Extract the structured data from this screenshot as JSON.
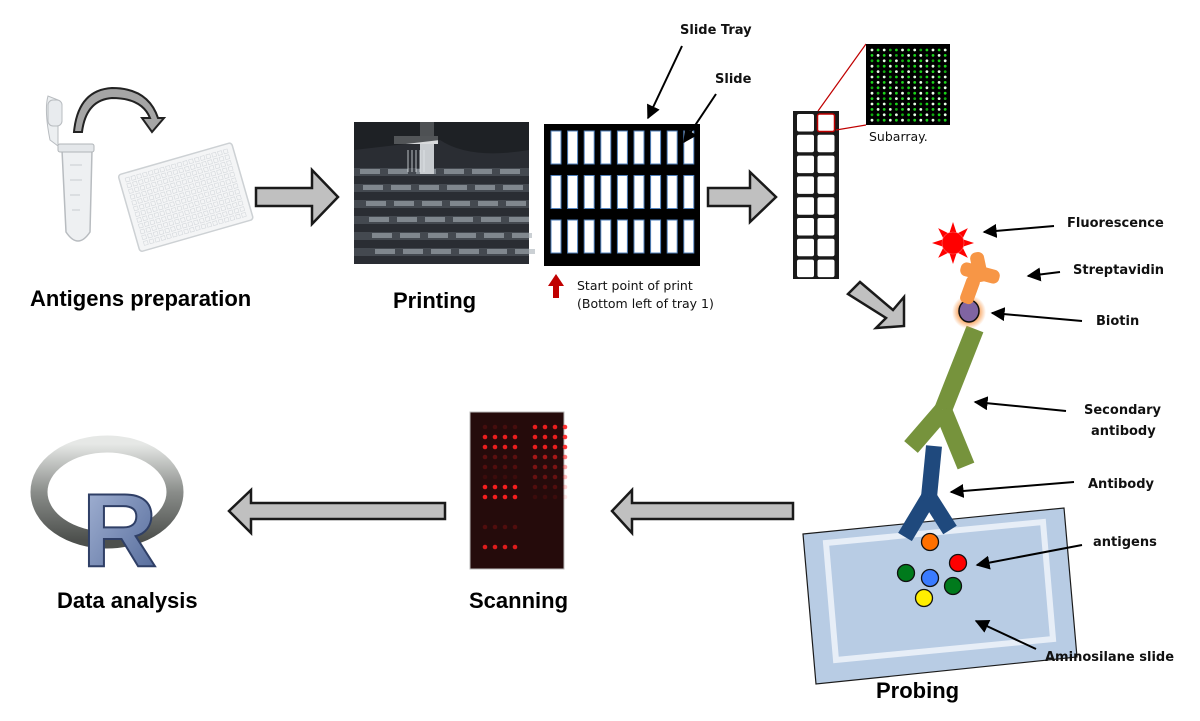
{
  "stages": {
    "antigens_preparation": "Antigens preparation",
    "printing": "Printing",
    "probing": "Probing",
    "scanning": "Scanning",
    "data_analysis": "Data analysis"
  },
  "printing_labels": {
    "slide_tray": "Slide Tray",
    "slide": "Slide",
    "start_point_line1": "Start point of print",
    "start_point_line2": "(Bottom left of tray 1)"
  },
  "subarray_label": "Subarray.",
  "probing_labels": {
    "fluorescence": "Fluorescence",
    "streptavidin": "Streptavidin",
    "biotin": "Biotin",
    "secondary_antibody_line1": "Secondary",
    "secondary_antibody_line2": "antibody",
    "antibody": "Antibody",
    "antigens": "antigens",
    "aminosilane_slide": "Aminosilane  slide"
  },
  "logo": {
    "letter": "R"
  },
  "tray": {
    "rows": 3,
    "cols": 9
  },
  "slide_grid": {
    "rows": 8,
    "cols": 2
  },
  "subarray_grid": {
    "rows": 14,
    "cols": 13
  },
  "antigen_colors": [
    "#ff7000",
    "#ff0000",
    "#007a1c",
    "#3a7bff",
    "#007a1c",
    "#ffee00"
  ],
  "colors": {
    "flow_arrow_fill": "#c0c0c0",
    "secondary_antibody": "#76933c",
    "antibody": "#1f497d",
    "streptavidin": "#f79646",
    "biotin": "#8064a2",
    "fluorescence": "#ff0000",
    "slide_blue": "#b8cce4",
    "scan_spot": "#ff2020"
  }
}
